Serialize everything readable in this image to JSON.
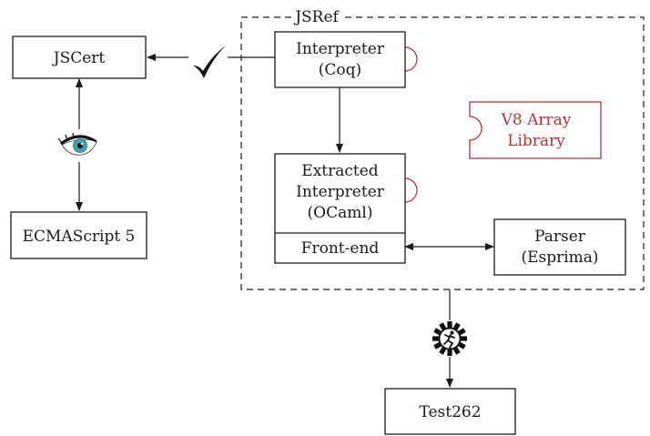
{
  "colors": {
    "ink": "#1a1a1a",
    "accent": "#b5323c",
    "eye_iris": "#3aa7b5"
  },
  "container": {
    "label": "JSRef"
  },
  "nodes": {
    "jscert": {
      "label": "JSCert"
    },
    "ecmascript": {
      "label": "ECMAScript 5"
    },
    "interpreter": {
      "line1": "Interpreter",
      "line2": "(Coq)"
    },
    "extracted": {
      "line1": "Extracted",
      "line2": "Interpreter",
      "line3": "(OCaml)"
    },
    "frontend": {
      "label": "Front-end"
    },
    "v8": {
      "line1": "V8 Array",
      "line2": "Library"
    },
    "parser": {
      "line1": "Parser",
      "line2": "(Esprima)"
    },
    "test262": {
      "label": "Test262"
    }
  },
  "icons": {
    "check": "checkmark-icon",
    "eye": "eye-icon",
    "run": "running-gear-icon"
  }
}
